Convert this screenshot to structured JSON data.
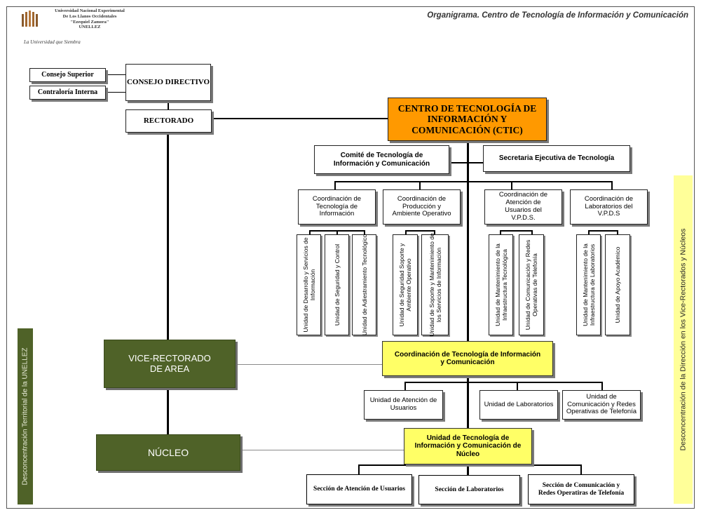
{
  "header": {
    "institution_line1": "Universidad Nacional Experimental",
    "institution_line2": "De Los Llanos Occidentales",
    "institution_line3": "\"Ezequiel Zamora\"",
    "institution_line4": "UNELLEZ",
    "motto": "La Universidad que Siembra",
    "title": "Organigrama.  Centro de Tecnología de Información y Comunicación",
    "logo_icon": "unellez-logo-icon"
  },
  "colors": {
    "ctic_orange": "#ff9900",
    "coordination_yellow": "#ffff66",
    "sidebar_yellow": "#ffff99",
    "vice_rector_green": "#4f6228"
  },
  "governance": {
    "consejo_superior": "Consejo Superior",
    "contraloria_interna": "Contraloría Interna",
    "consejo_directivo": "CONSEJO DIRECTIVO",
    "rectorado": "RECTORADO"
  },
  "ctic": {
    "title": "CENTRO DE TECNOLOGÍA DE INFORMACIÓN Y COMUNICACIÓN (CTIC)",
    "comite": "Comité de Tecnología de Información y Comunicación",
    "secretaria": "Secretaria Ejecutiva de Tecnología"
  },
  "coordinations": [
    {
      "label": "Coordinación de Tecnología de Información",
      "units": [
        "Unidad de Desarrollo y Servicios de Información",
        "Unidad de Seguridad y Control",
        "Unidad de Adiestramiento Tecnológico"
      ]
    },
    {
      "label": "Coordinación de Producción y Ambiente Operativo",
      "units": [
        "Unidad de Seguridad Soporte y Ambiente Operativo",
        "Unidad de Soporte y Mantenimiento de los Servicios de Información"
      ]
    },
    {
      "label": "Coordinación de Atención de Usuarios del V.P.D.S.",
      "units": [
        "Unidad de Mantenimiento de la Infraestructura Tecnológica",
        "Unidad de Comunicación y Redes Operativas de Telefonía"
      ]
    },
    {
      "label": "Coordinación de Laboratorios del V.P.D.S",
      "units": [
        "Unidad de Mantenimiento de la Infraestructura de Laboratorios",
        "Unidad de Apoyo Académico"
      ]
    }
  ],
  "vice_rectorado": {
    "label": "VICE-RECTORADO DE AREA",
    "coordination": "Coordinación de Tecnología de  Información y Comunicación",
    "units": [
      "Unidad de Atención de Usuarios",
      "Unidad de Laboratorios",
      "Unidad de Comunicación y Redes Operativas de Telefonía"
    ]
  },
  "nucleo": {
    "label": "NÚCLEO",
    "unit": "Unidad de  Tecnología de Información y Comunicación de Núcleo",
    "sections": [
      "Sección de Atención de Usuarios",
      "Sección de Laboratorios",
      "Sección de Comunicación y Redes Operatiras de Telefonía"
    ]
  },
  "side_labels": {
    "left": "Desconcentración Territorial de la UNELLEZ",
    "right": "Desconcentración de la Dirección en los Vice-Rectorados y Núcleos"
  }
}
